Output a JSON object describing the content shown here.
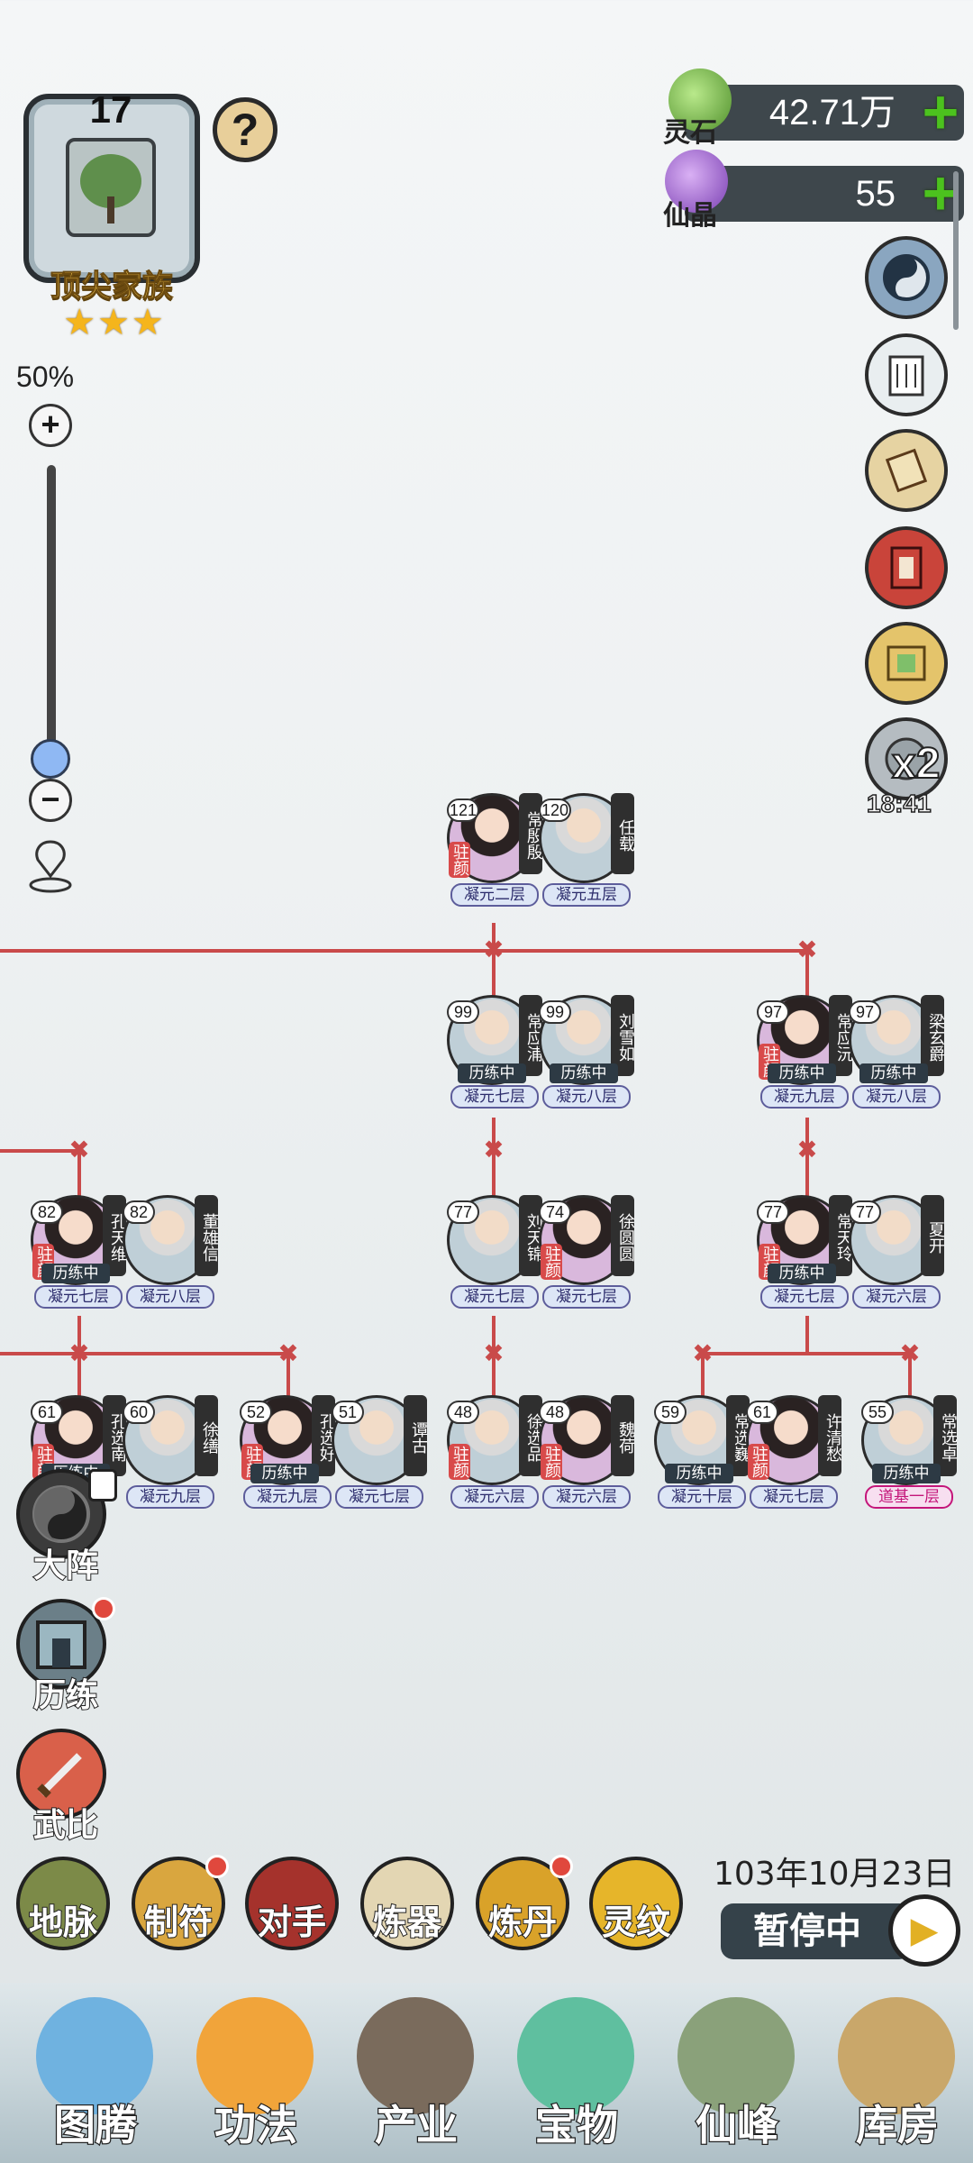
{
  "crest": {
    "level": "17",
    "rank": "顶尖家族",
    "stars": [
      "★",
      "★",
      "★"
    ]
  },
  "help": {
    "label": "?"
  },
  "zoom": {
    "label": "50%",
    "in_label": "+",
    "out_label": "−",
    "level": 0.5
  },
  "currency": {
    "spirit_stone": {
      "label": "灵石",
      "value": "42.71万",
      "add_label": "+"
    },
    "fairy_crystal": {
      "label": "仙晶",
      "value": "55",
      "add_label": "+"
    }
  },
  "speed": {
    "multiplier": "x2",
    "timer": "18:41"
  },
  "tree": {
    "gen1": [
      {
        "age": "121",
        "name": "常殷殷",
        "guard": "驻颜",
        "status": "",
        "realm": "凝元二层",
        "sex": "f"
      },
      {
        "age": "120",
        "name": "任载",
        "guard": "",
        "status": "",
        "realm": "凝元五层",
        "sex": "m"
      }
    ],
    "gen2a": [
      {
        "age": "99",
        "name": "常应浦",
        "guard": "",
        "status": "历练中",
        "realm": "凝元七层",
        "sex": "m"
      },
      {
        "age": "99",
        "name": "刘雪如",
        "guard": "",
        "status": "历练中",
        "realm": "凝元八层",
        "sex": "m"
      }
    ],
    "gen2b": [
      {
        "age": "97",
        "name": "常应沅",
        "guard": "驻颜",
        "status": "历练中",
        "realm": "凝元九层",
        "sex": "f"
      },
      {
        "age": "97",
        "name": "梁玄爵",
        "guard": "",
        "status": "历练中",
        "realm": "凝元八层",
        "sex": "m"
      }
    ],
    "gen3a": [
      {
        "age": "82",
        "name": "孔天维",
        "guard": "驻颜",
        "status": "历练中",
        "realm": "凝元七层",
        "sex": "f"
      },
      {
        "age": "82",
        "name": "董雄信",
        "guard": "",
        "status": "",
        "realm": "凝元八层",
        "sex": "m"
      }
    ],
    "gen3b": [
      {
        "age": "77",
        "name": "刘天锦",
        "guard": "",
        "status": "",
        "realm": "凝元七层",
        "sex": "m"
      },
      {
        "age": "74",
        "name": "徐圆圆",
        "guard": "驻颜",
        "status": "",
        "realm": "凝元七层",
        "sex": "f"
      }
    ],
    "gen3c": [
      {
        "age": "77",
        "name": "常天玲",
        "guard": "驻颜",
        "status": "历练中",
        "realm": "凝元七层",
        "sex": "f"
      },
      {
        "age": "77",
        "name": "夏开",
        "guard": "",
        "status": "",
        "realm": "凝元六层",
        "sex": "m"
      }
    ],
    "gen4": [
      {
        "age": "61",
        "name": "孔选南",
        "guard": "驻颜",
        "status": "历练中",
        "realm": "",
        "sex": "f"
      },
      {
        "age": "60",
        "name": "徐缮",
        "guard": "",
        "status": "",
        "realm": "凝元九层",
        "sex": "m"
      },
      {
        "age": "52",
        "name": "孔选好",
        "guard": "驻颜",
        "status": "历练中",
        "realm": "凝元九层",
        "sex": "f"
      },
      {
        "age": "51",
        "name": "谭古",
        "guard": "",
        "status": "",
        "realm": "凝元七层",
        "sex": "m"
      },
      {
        "age": "48",
        "name": "徐选品",
        "guard": "驻颜",
        "status": "",
        "realm": "凝元六层",
        "sex": "m"
      },
      {
        "age": "48",
        "name": "魏荷",
        "guard": "驻颜",
        "status": "",
        "realm": "凝元六层",
        "sex": "f"
      },
      {
        "age": "59",
        "name": "常选巍",
        "guard": "",
        "status": "历练中",
        "realm": "凝元十层",
        "sex": "m"
      },
      {
        "age": "61",
        "name": "许清愁",
        "guard": "驻颜",
        "status": "",
        "realm": "凝元七层",
        "sex": "f"
      },
      {
        "age": "55",
        "name": "常选卓",
        "guard": "",
        "status": "历练中",
        "realm": "道基一层",
        "sex": "m"
      }
    ]
  },
  "features": {
    "array": "大阵",
    "training": "历练",
    "duel": "武比"
  },
  "tools": [
    {
      "label": "地脉",
      "color": "#7c8a48",
      "dot": false
    },
    {
      "label": "制符",
      "color": "#d9a63f",
      "dot": true
    },
    {
      "label": "对手",
      "color": "#a5322c",
      "dot": false
    },
    {
      "label": "炼器",
      "color": "#e3d6b3",
      "dot": false
    },
    {
      "label": "炼丹",
      "color": "#d9a229",
      "dot": true
    },
    {
      "label": "灵纹",
      "color": "#e6b52a",
      "dot": false
    }
  ],
  "date": "103年10月23日",
  "pause": {
    "label": "暂停中",
    "play_symbol": "▶"
  },
  "nav": [
    {
      "label": "图腾",
      "color": "#6fb2e0"
    },
    {
      "label": "功法",
      "color": "#f1a43a"
    },
    {
      "label": "产业",
      "color": "#7a6b5c"
    },
    {
      "label": "宝物",
      "color": "#5fbf9f"
    },
    {
      "label": "仙峰",
      "color": "#8aa17a"
    },
    {
      "label": "库房",
      "color": "#c9a76a"
    }
  ],
  "colors": {
    "tree_line": "#c94a4a",
    "accent_gold": "#f0c24a",
    "plus_green": "#4cc21e"
  }
}
